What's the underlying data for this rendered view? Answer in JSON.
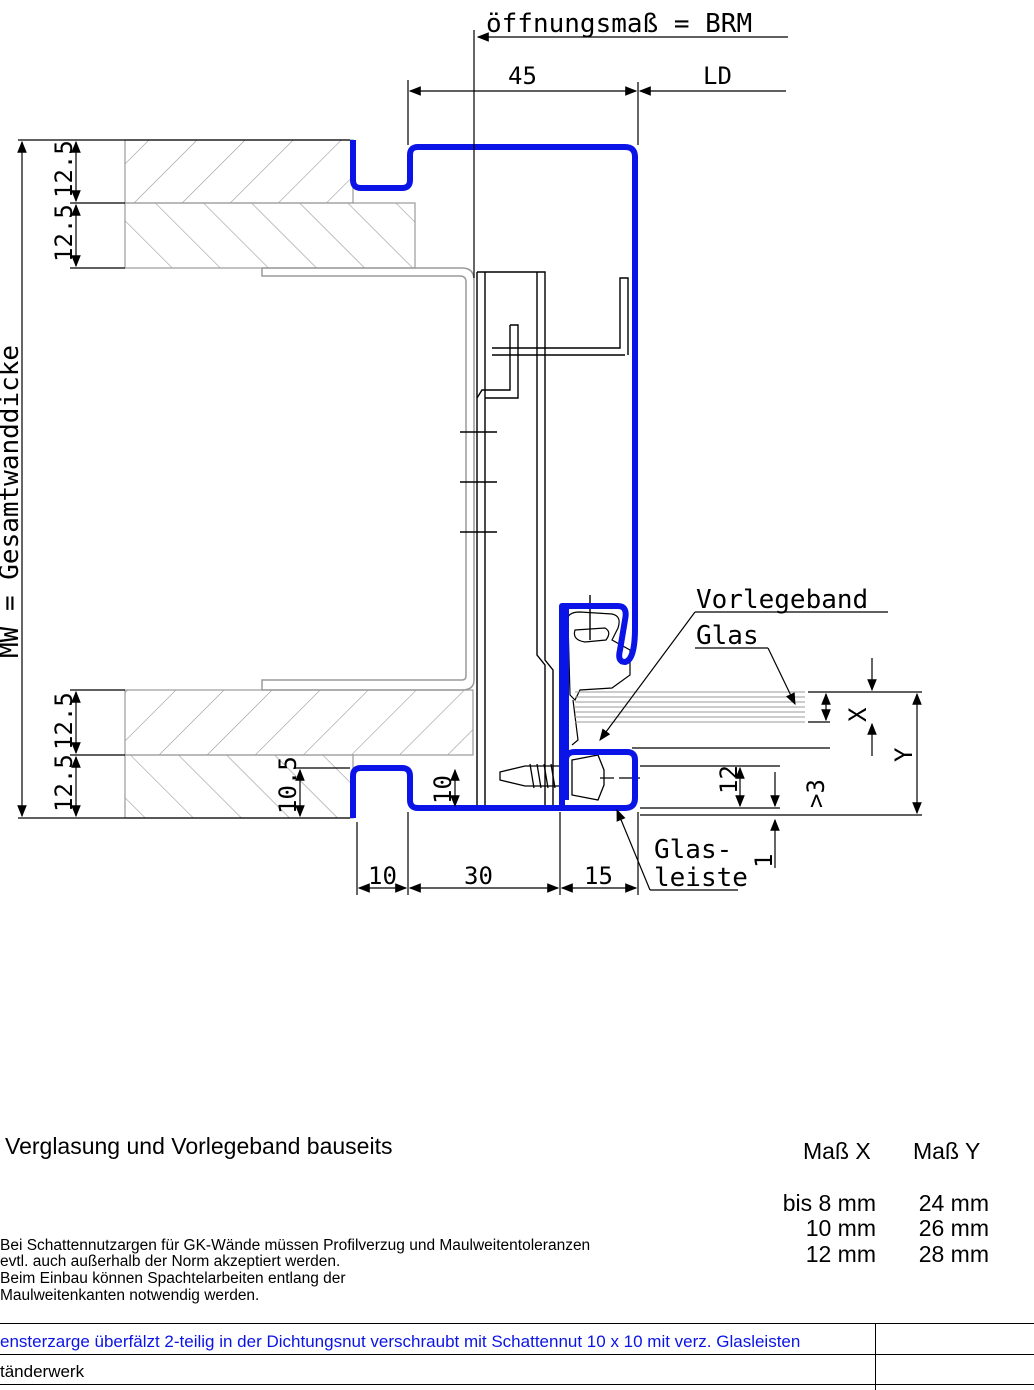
{
  "drawing": {
    "top_label": "öffnungsmaß = BRM",
    "wall_label": "MW = Gesamtwanddicke",
    "dims": {
      "d45": "45",
      "dLD": "LD",
      "d12_5_a": "12.5",
      "d12_5_b": "12.5",
      "d12_5_c": "12.5",
      "d12_5_d": "12.5",
      "d10_5": "10.5",
      "d10_v": "10",
      "d12_v": "12",
      "d3": ">3",
      "d1": "1",
      "dX": "X",
      "dY": "Y",
      "d10_h": "10",
      "d30": "30",
      "d15": "15"
    },
    "callouts": {
      "vorlegeband": "Vorlegeband",
      "glas": "Glas",
      "glasleiste_1": "Glas-",
      "glasleiste_2": "leiste"
    },
    "colors": {
      "profile": "#0a14e6",
      "line": "#000000",
      "hatch": "#9a9a9a"
    }
  },
  "notes": {
    "title": "Verglasung und Vorlegeband bauseits",
    "lines": [
      "Bei Schattennutzargen für GK-Wände müssen Profilverzug und Maulweitentoleranzen",
      "evtl. auch außerhalb der Norm akzeptiert werden.",
      "Beim Einbau können Spachtelarbeiten entlang der",
      "Maulweitenkanten notwendig werden."
    ]
  },
  "table": {
    "headers": [
      "Maß X",
      "Maß Y"
    ],
    "rows": [
      [
        "bis 8 mm",
        "24 mm"
      ],
      [
        "10 mm",
        "26 mm"
      ],
      [
        "12 mm",
        "28 mm"
      ]
    ]
  },
  "footer": {
    "row1": "ensterzarge überfälzt 2-teilig in der Dichtungsnut verschraubt mit Schattennut 10 x 10 mit verz. Glasleisten",
    "row2": "tänderwerk",
    "row1_color": "#0a14e6"
  }
}
